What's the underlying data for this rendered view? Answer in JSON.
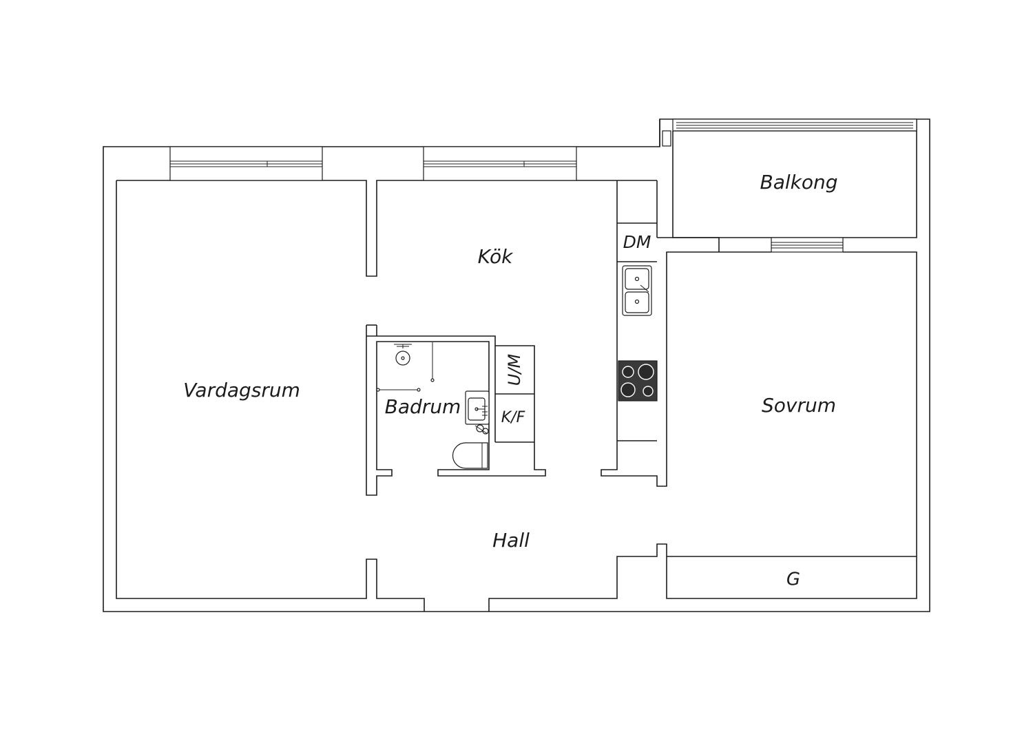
{
  "rooms": {
    "vardagsrum": "Vardagsrum",
    "kok": "Kök",
    "badrum": "Badrum",
    "hall": "Hall",
    "sovrum": "Sovrum",
    "balkong": "Balkong",
    "garderob": "G"
  },
  "fixtures": {
    "diskmaskin": "DM",
    "tvattmaskin": "U/M",
    "kyl_frys": "K/F"
  },
  "colors": {
    "wall_stroke": "#1c1c1c",
    "hob_fill": "#3a3a3a",
    "background": "#ffffff"
  }
}
